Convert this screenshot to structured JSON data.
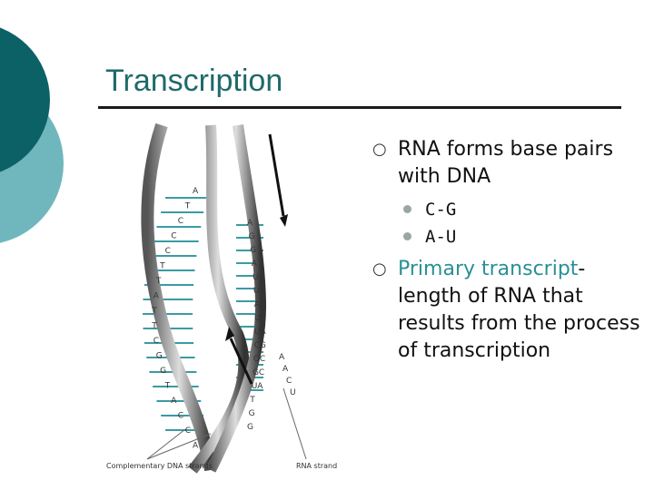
{
  "slide": {
    "title": "Transcription",
    "bullets": [
      {
        "text": "RNA forms base pairs with DNA"
      },
      {
        "text": "C-G"
      },
      {
        "text": "A-U"
      },
      {
        "highlight": "Primary transcript",
        "text": "-length of RNA that results from the process of transcription"
      }
    ]
  },
  "figure": {
    "left_bases": [
      "A",
      "T",
      "C",
      "C",
      "C",
      "T",
      "T",
      "A",
      "T",
      "T",
      "C",
      "G",
      "G",
      "T",
      "A",
      "C",
      "C",
      "A"
    ],
    "middle_bases": [
      "A",
      "G",
      "G",
      "A",
      "UA",
      "UA",
      "AI",
      "UA",
      "UA",
      "CG",
      "GC",
      "GC",
      "UA",
      "T",
      "G",
      "G"
    ],
    "right_bases": [
      "A",
      "A",
      "C",
      "U"
    ],
    "label_left": "Complementary DNA strands",
    "label_right": "RNA strand"
  },
  "colors": {
    "title": "#1f6a6a",
    "highlight": "#2a8f97",
    "accent_dark": "#0b6166",
    "accent_light": "#6fb7bd"
  }
}
